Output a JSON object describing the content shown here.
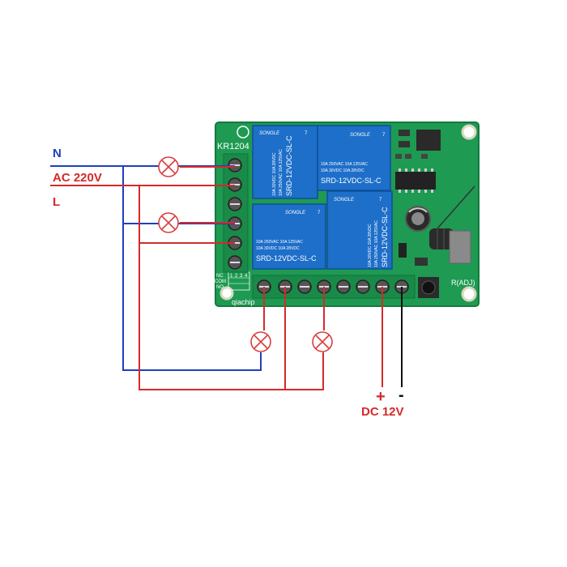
{
  "labels": {
    "neutral": "N",
    "ac_voltage": "AC 220V",
    "live": "L",
    "dc_voltage": "DC 12V",
    "dc_plus": "+",
    "dc_minus": "-"
  },
  "board": {
    "model": "KR1204",
    "brand": "qiachip",
    "adj_label": "R(ADJ)",
    "terminal_labels": [
      "NC",
      "COM",
      "NO"
    ],
    "table_numbers": [
      "1",
      "2",
      "3",
      "4"
    ]
  },
  "relays": [
    {
      "brand": "SONGLE",
      "model": "SRD-12VDC-SL-C",
      "rating_a": "10A 250VAC  10A 125VAC",
      "rating_b": "10A 30VDC  10A 28VDC",
      "num": "7"
    },
    {
      "brand": "SONGLE",
      "model": "SRD-12VDC-SL-C",
      "rating_a": "10A 250VAC  10A 125VAC",
      "rating_b": "10A 30VDC  10A 28VDC",
      "num": "7"
    },
    {
      "brand": "SONGLE",
      "model": "SRD-12VDC-SL-C",
      "rating_a": "10A 250VAC  10A 125VAC",
      "rating_b": "10A 30VDC  10A 28VDC",
      "num": "7"
    },
    {
      "brand": "SONGLE",
      "model": "SRD-12VDC-SL-C",
      "rating_a": "10A 250VAC  10A 125VAC",
      "rating_b": "10A 30VDC  10A 28VDC",
      "num": "7"
    }
  ],
  "colors": {
    "neutral_wire": "#1f3fbf",
    "live_wire": "#d42a2a",
    "dc_negative_wire": "#111111",
    "board_green": "#1e9a52",
    "relay_blue": "#1e6fc9",
    "lamp_red": "#d94040",
    "label_red": "#d42a2a",
    "label_blue": "#1f3fbf"
  },
  "icons": [
    "lamp-icon",
    "screw-terminal-icon",
    "capacitor-icon",
    "antenna-coil-icon",
    "button-icon"
  ]
}
